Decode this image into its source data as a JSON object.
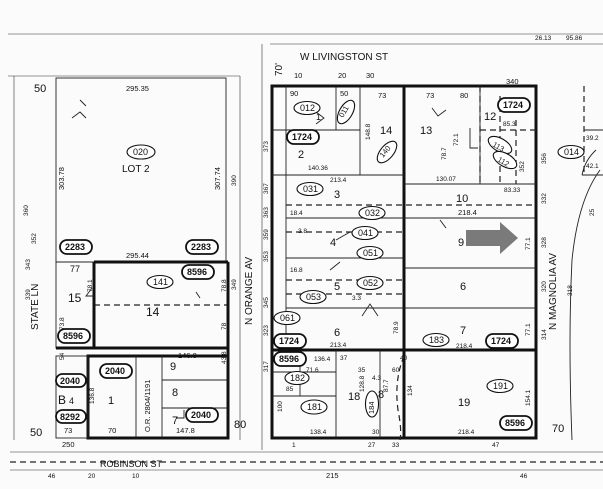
{
  "streets": {
    "north": "W LIVINGSTON ST",
    "south": "ROBINSON ST",
    "west": "STATE LN",
    "middle": "N ORANGE AV",
    "east": "N MAGNOLIA AV"
  },
  "corner_marks": {
    "left_top_50": "50",
    "left_bottom_50": "50",
    "right_bottom_70": "70",
    "bottom_80": "80",
    "top_70": "70'",
    "top_right": "26.13",
    "top_right_2": "95.86"
  },
  "block_a": {
    "lot_label": "LOT 2",
    "parcel_020": "020",
    "book_2283_left": "2283",
    "book_2283_right": "2283",
    "dim_top": "295.35",
    "dim_bottom": "295.44",
    "dim_left": "303.78",
    "dim_right": "307.74",
    "lot_15": "15",
    "lot_14": "14",
    "parcel_141": "141",
    "book_8596": "8596",
    "book_8596_b": "8596",
    "dim_78_1": "78.1",
    "dim_78_8": "78.8",
    "dim_73_8": "73.8",
    "dim_78": "78",
    "dim_77": "77",
    "lot_9": "9",
    "lot_8": "8",
    "lot_7": "7",
    "lot_1": "1",
    "lot_b": "B",
    "lot_4": "4",
    "book_2040_a": "2040",
    "book_2040_b": "2040",
    "book_2040_c": "2040",
    "book_8292": "8292",
    "or_ref": "O.R. 2804/1191",
    "dim_146_8": "146.8",
    "dim_147_8": "147.8",
    "dim_43_8": "43.8",
    "dim_136_8": "136.8",
    "dim_73": "73",
    "dim_70": "70",
    "dim_250": "250",
    "dim_352": "352",
    "dim_343": "343",
    "dim_360": "360",
    "dim_349": "349",
    "dim_339": "339",
    "dim_390": "390",
    "dim_54": "54"
  },
  "block_b": {
    "parcel_012": "012",
    "parcel_011": "011",
    "parcel_140": "140",
    "parcel_031": "031",
    "parcel_032": "032",
    "parcel_041": "041",
    "parcel_051": "051",
    "parcel_052": "052",
    "parcel_053": "053",
    "parcel_061": "061",
    "parcel_113": "113",
    "parcel_112": "112",
    "parcel_183": "183",
    "parcel_181": "181",
    "parcel_182": "182",
    "parcel_191": "191",
    "parcel_184": "184",
    "book_1724_a": "1724",
    "book_1724_b": "1724",
    "book_1724_c": "1724",
    "book_1724_d": "1724",
    "book_8596_c": "8596",
    "book_8596_d": "8596",
    "lot_1": "1",
    "lot_2": "2",
    "lot_3": "3",
    "lot_4": "4",
    "lot_5": "5",
    "lot_6": "6",
    "lot_7": "7",
    "lot_9": "9",
    "lot_10": "10",
    "lot_12": "12",
    "lot_13": "13",
    "lot_14": "14",
    "lot_18": "18",
    "lot_19": "19",
    "lot_8": "8",
    "lot_6b": "6",
    "dim_90": "90",
    "dim_50": "50",
    "dim_73": "73",
    "dim_73b": "73",
    "dim_80": "80",
    "dim_340": "340",
    "dim_10": "10",
    "dim_20": "20",
    "dim_30": "30",
    "dim_140_36": "140.36",
    "dim_148_8": "148.8",
    "dim_213_4": "213.4",
    "dim_213_4b": "213.4",
    "dim_218_4": "218.4",
    "dim_218_4b": "218.4",
    "dim_218_4c": "218.4",
    "dim_130_07": "130.07",
    "dim_83_33": "83.33",
    "dim_85_3": "85.3",
    "dim_18_4": "18.4",
    "dim_3_8": "3.8",
    "dim_3_3": "3.3",
    "dim_16_8": "16.8",
    "dim_138_4": "138.4",
    "dim_136_4": "136.4",
    "dim_71_6": "71.6",
    "dim_72_1": "72.1",
    "dim_78_7": "78.7",
    "dim_78_9": "78.9",
    "dim_77_1": "77.1",
    "dim_77_1b": "77.1",
    "dim_154_1": "154.1",
    "dim_134": "134",
    "dim_100": "100",
    "dim_128_8": "128.8",
    "dim_87_7": "87.7",
    "dim_40": "40",
    "dim_37": "37",
    "dim_27": "27",
    "dim_33": "33",
    "dim_47": "47",
    "dim_1": "1",
    "dim_30b": "30",
    "dim_35": "35",
    "dim_60": "60",
    "dim_85": "85",
    "dim_4_3": "4.3",
    "dim_373": "373",
    "dim_367": "367",
    "dim_363": "363",
    "dim_359": "359",
    "dim_353": "353",
    "dim_345": "345",
    "dim_323": "323",
    "dim_317": "317",
    "dim_356": "356",
    "dim_352": "352",
    "dim_328": "328",
    "dim_320": "320",
    "dim_314": "314",
    "dim_332": "332"
  },
  "block_c": {
    "parcel_014": "014",
    "dim_39_2": "39.2",
    "dim_42_1": "42.1",
    "dim_318": "318",
    "dim_25": "25",
    "dim_215": "215",
    "dim_46": "46",
    "dim_20_bottom": "20",
    "dim_10_bottom": "10",
    "dim_46b": "46"
  }
}
